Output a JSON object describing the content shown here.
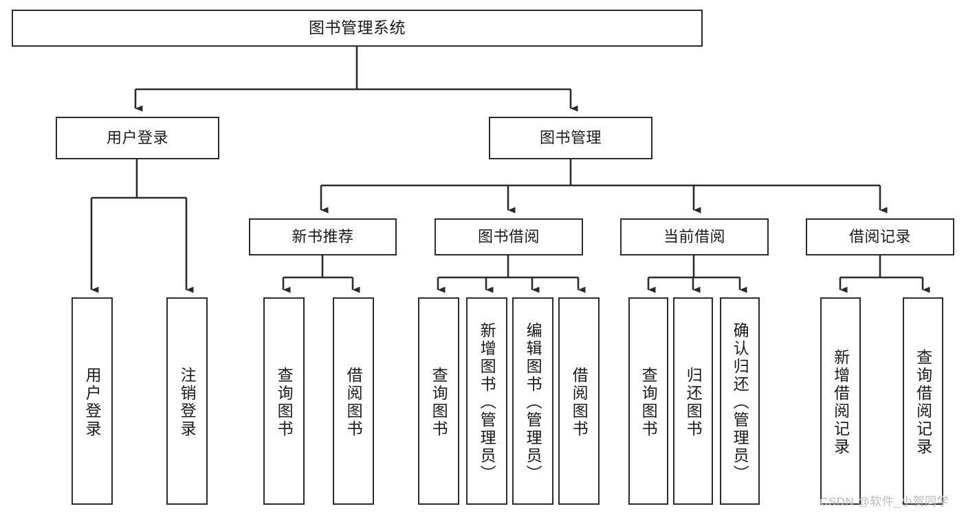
{
  "diagram": {
    "type": "tree-hierarchy",
    "title": "图书管理系统",
    "orientation": "top-down",
    "edge_color": "#2b2b2b",
    "node_border_color": "#2b2b2b",
    "node_fill_color": "#ffffff",
    "text_color": "#1a1a1a"
  },
  "nodes": {
    "root": {
      "label": "图书管理系统",
      "level": 0
    },
    "level1": [
      {
        "id": "user-login",
        "label": "用户登录"
      },
      {
        "id": "book-manage",
        "label": "图书管理"
      }
    ],
    "level2": [
      {
        "id": "new-book-rec",
        "label": "新书推荐",
        "parent": "book-manage"
      },
      {
        "id": "book-borrow",
        "label": "图书借阅",
        "parent": "book-manage"
      },
      {
        "id": "current-borrow",
        "label": "当前借阅",
        "parent": "book-manage"
      },
      {
        "id": "borrow-record",
        "label": "借阅记录",
        "parent": "book-manage"
      }
    ],
    "leaves": [
      {
        "id": "leaf-user-login",
        "label": "用户登录",
        "parent": "user-login"
      },
      {
        "id": "leaf-logout",
        "label": "注销登录",
        "parent": "user-login"
      },
      {
        "id": "leaf-query-book-1",
        "label": "查询图书",
        "parent": "new-book-rec"
      },
      {
        "id": "leaf-borrow-book-1",
        "label": "借阅图书",
        "parent": "new-book-rec"
      },
      {
        "id": "leaf-query-book-2",
        "label": "查询图书",
        "parent": "book-borrow"
      },
      {
        "id": "leaf-add-book",
        "label": "新增图书（管理员）",
        "parent": "book-borrow"
      },
      {
        "id": "leaf-edit-book",
        "label": "编辑图书（管理员）",
        "parent": "book-borrow"
      },
      {
        "id": "leaf-borrow-book-2",
        "label": "借阅图书",
        "parent": "book-borrow"
      },
      {
        "id": "leaf-query-book-3",
        "label": "查询图书",
        "parent": "current-borrow"
      },
      {
        "id": "leaf-return-book",
        "label": "归还图书",
        "parent": "current-borrow"
      },
      {
        "id": "leaf-confirm-return",
        "label": "确认归还（管理员）",
        "parent": "current-borrow"
      },
      {
        "id": "leaf-add-record",
        "label": "新增借阅记录",
        "parent": "borrow-record"
      },
      {
        "id": "leaf-query-record",
        "label": "查询借阅记录",
        "parent": "borrow-record"
      }
    ]
  },
  "watermark": {
    "text": "CSDN @软件_小贺同学"
  }
}
